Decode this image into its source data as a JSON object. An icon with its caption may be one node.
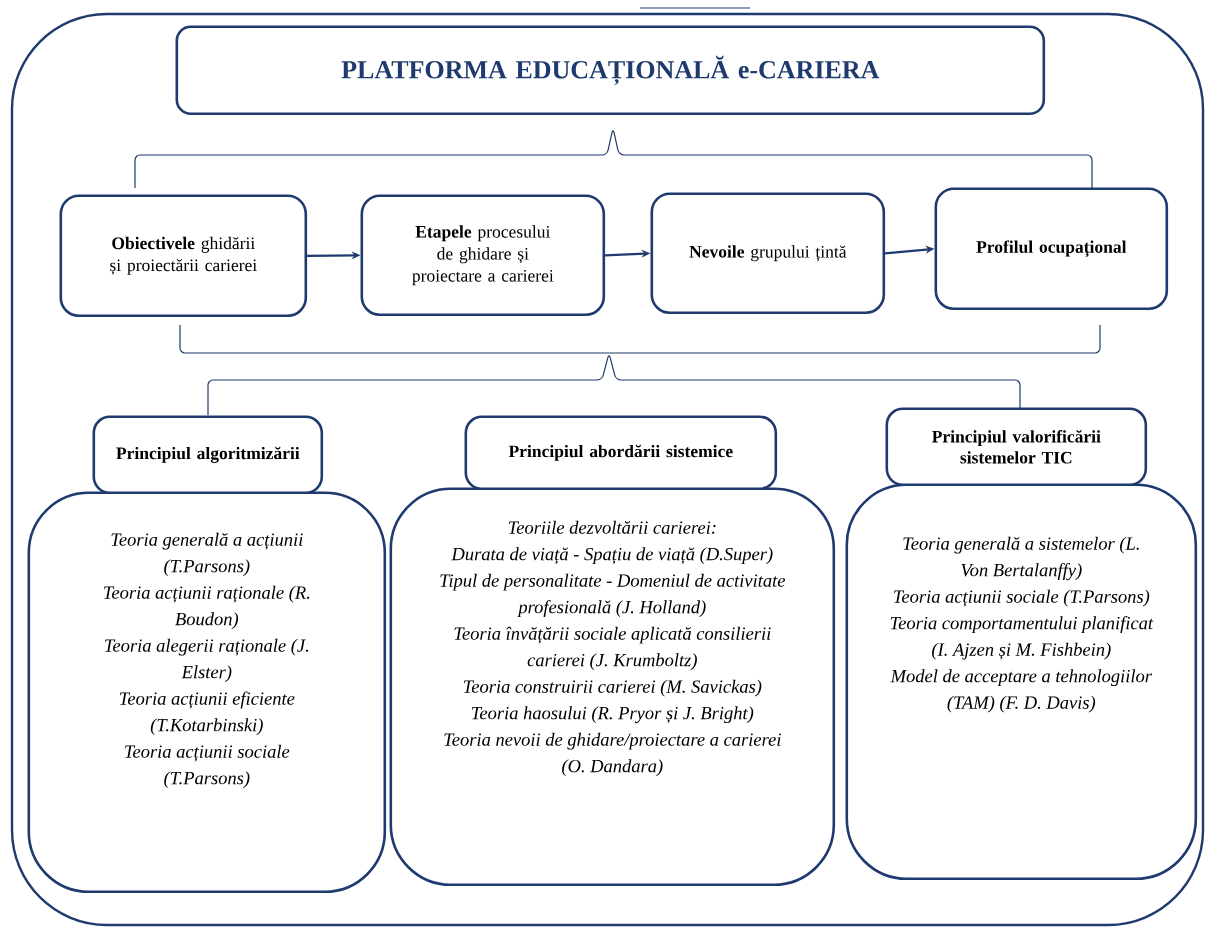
{
  "diagram": {
    "nodes": [
      {
        "text": [],
        "shape": "box"
      },
      {
        "text": [
          "PLATFORMA EDUCAȚIONALĂ e-CARIERA"
        ],
        "in": 0
      },
      {
        "text": [
          "**Obiectivele** ghidării și proiectării carierei"
        ],
        "in": 0
      },
      {
        "text": [
          "**Etapele** procesului de ghidare și proiectare a carierei"
        ],
        "in": 0
      },
      {
        "text": [
          "**Nevoile** grupului țintă"
        ],
        "in": 0
      },
      {
        "text": [
          "Profilul ocupațional"
        ],
        "in": 0
      },
      {
        "text": [
          "Principiul algoritmizării"
        ],
        "in": 0
      },
      {
        "text": [
          "Teoria generală a acțiunii (T.Parsons)",
          "Teoria acțiunii raționale (R. Boudon)",
          "Teoria alegerii raționale (J. Elster)",
          "Teoria acțiunii eficiente (T.Kotarbinski)",
          "Teoria acțiunii sociale (T.Parsons)"
        ],
        "in": 0
      },
      {
        "text": [
          "Principiul abordării sistemice"
        ],
        "in": 0
      },
      {
        "text": [
          "Teoriile dezvoltării carierei:",
          "Durata de viață - Spațiu de viață (D.Super)",
          "Tipul de personalitate - Domeniul de activitate profesională (J. Holland)",
          "Teoria învățării sociale aplicată consilierii carierei (J. Krumboltz)",
          "Teoria construirii carierei (M. Savickas)",
          "Teoria haosului (R. Pryor și J. Bright)",
          "Teoria nevoii de ghidare/proiectare a carierei (O. Dandara)"
        ],
        "in": 0
      },
      {
        "text": [
          "Principiul valorificării sistemelor TIC"
        ],
        "in": 0
      },
      {
        "text": [
          "Teoria generală a sistemelor (L. Von Bertalanffy)",
          "Teoria acțiunii sociale (T.Parsons)",
          "Teoria comportamentului planificat (I. Ajzen și M. Fishbein)",
          "Model de acceptare a tehnologiilor (TAM) (F. D. Davis)"
        ],
        "in": 0
      }
    ],
    "edges": [
      {
        "from": 2,
        "to": 3,
        "arrow": "to"
      },
      {
        "from": 3,
        "to": 4,
        "arrow": "to"
      },
      {
        "from": 4,
        "to": 5,
        "arrow": "to"
      }
    ]
  }
}
